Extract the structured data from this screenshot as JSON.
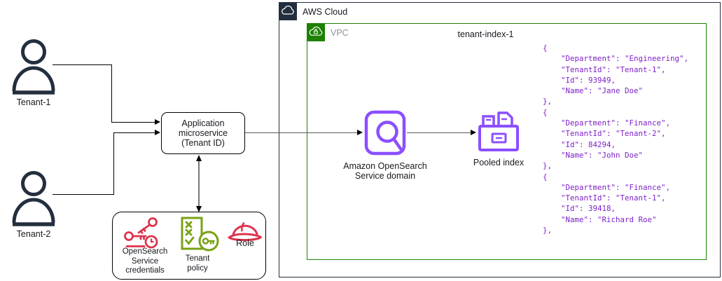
{
  "diagram": {
    "tenant1_label": "Tenant-1",
    "tenant2_label": "Tenant-2",
    "app_box_label": "Application\nmicroservice\n(Tenant ID)",
    "aws_cloud_label": "AWS Cloud",
    "vpc_label": "VPC",
    "vpc_title": "tenant-index-1",
    "opensearch_label": "Amazon OpenSearch\nService domain",
    "pooled_index_label": "Pooled index",
    "credentials_label": "OpenSearch\nService\ncredentials",
    "tenant_policy_label": "Tenant\npolicy",
    "role_label": "Role",
    "code_lines": [
      "{",
      "    \"Department\": \"Engineering\",",
      "    \"TenantId\": \"Tenant-1\",",
      "    \"Id\": 93949,",
      "    \"Name\": \"Jane Doe\"",
      "},",
      "{",
      "    \"Department\": \"Finance\",",
      "    \"TenantId\": \"Tenant-2\",",
      "    \"Id\": 84294,",
      "    \"Name\": \"John Doe\"",
      "},",
      "{",
      "    \"Department\": \"Finance\",",
      "    \"TenantId\": \"Tenant-1\",",
      "    \"Id\": 39418,",
      "    \"Name\": \"Richard Roe\"",
      "},"
    ],
    "colors": {
      "navy": "#232F3E",
      "vpc_green": "#1D8102",
      "icon_purple": "#8C4FFF",
      "code_purple": "#7D22C8",
      "security_red": "#DD344C",
      "policy_green": "#7AA116"
    }
  }
}
